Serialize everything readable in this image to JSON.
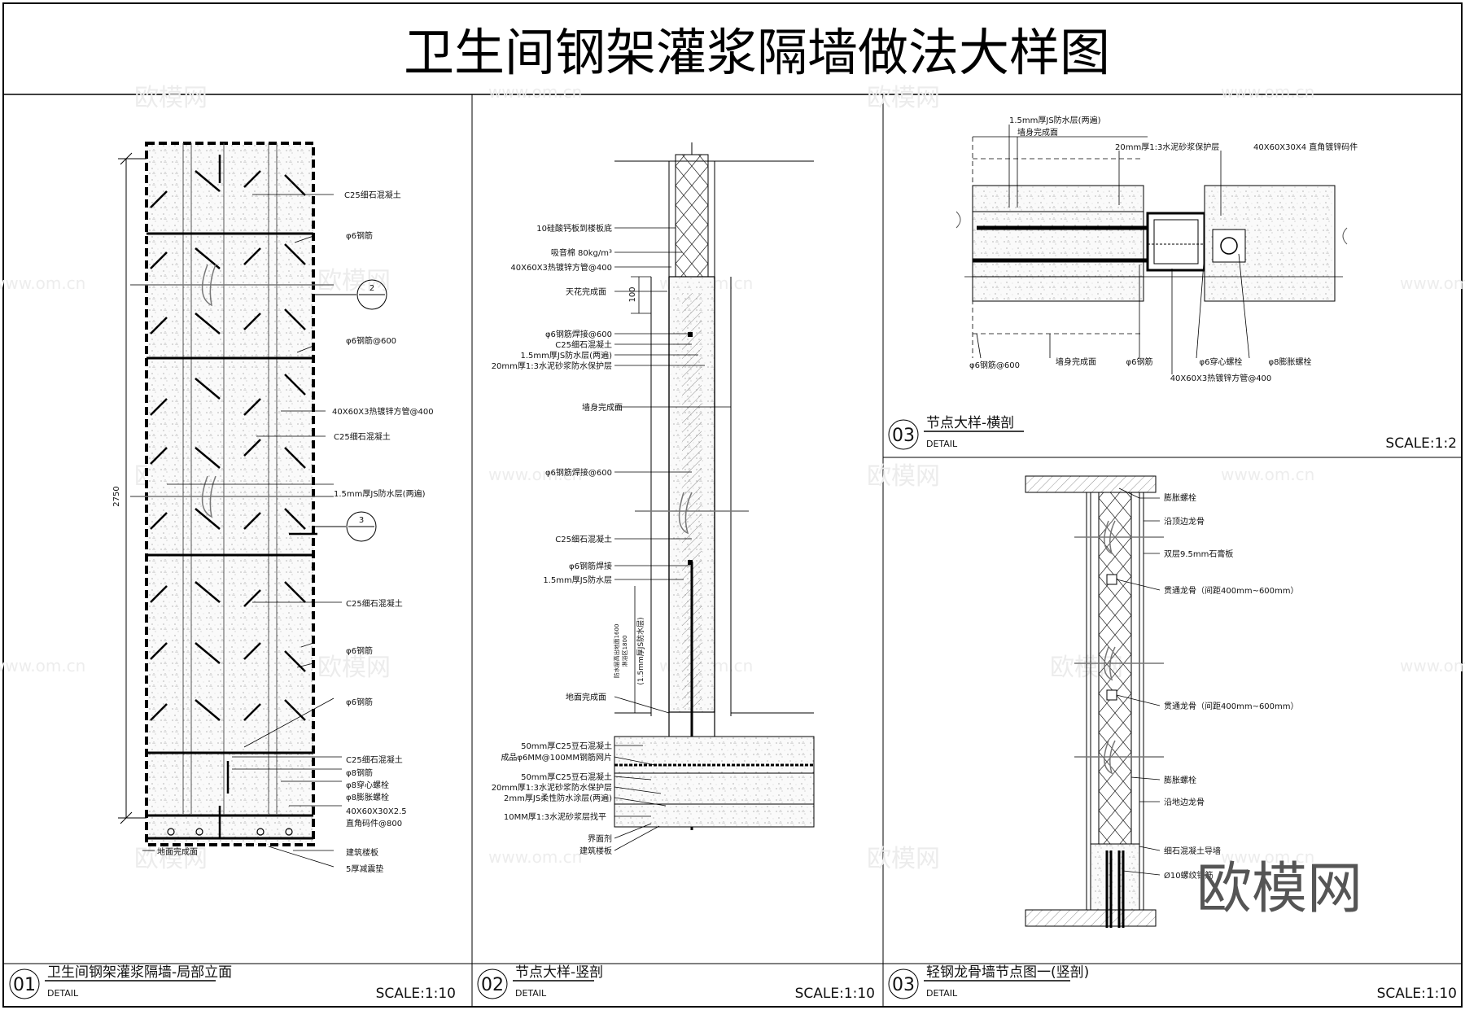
{
  "title": "卫生间钢架灌浆隔墙做法大样图",
  "watermark": {
    "cn": "欧模网",
    "en": "www.om.cn"
  },
  "brand": "欧模网",
  "panel1": {
    "dimension": "2750",
    "section_marks": [
      "2",
      "3"
    ],
    "labels": [
      "C25细石混凝土",
      "φ6钢筋",
      "φ6钢筋@600",
      "40X60X3热镀锌方管@400",
      "C25细石混凝土",
      "1.5mm厚JS防水层(两遍)",
      "C25细石混凝土",
      "φ6钢筋",
      "φ6钢筋",
      "C25细石混凝土",
      "φ8钢筋",
      "φ8穿心螺栓",
      "φ8膨胀螺栓",
      "40X60X30X2.5",
      "直角码件@800",
      "建筑楼板",
      "5厚减震垫",
      "地面完成面"
    ],
    "title_block": {
      "number": "01",
      "title": "卫生间钢架灌浆隔墙-局部立面",
      "sub": "DETAIL",
      "scale": "SCALE:1:10"
    }
  },
  "panel2": {
    "dimension": "100",
    "vertical_note_1": "防水层高出地面1600",
    "vertical_note_2": "淋浴区1800",
    "vertical_note_3": "(1.5mm厚JS防水层)",
    "labels_left": [
      "10硅酸钙板到楼板底",
      "吸音棉 80kg/m³",
      "40X60X3热镀锌方管@400",
      "天花完成面",
      "φ6钢筋焊接@600",
      "C25细石混凝土",
      "1.5mm厚JS防水层(两遍)",
      "20mm厚1:3水泥砂浆防水保护层",
      "墙身完成面",
      "φ6钢筋焊接@600",
      "C25细石混凝土",
      "φ6钢筋焊接",
      "1.5mm厚JS防水层",
      "地面完成面",
      "50mm厚C25豆石混凝土",
      "成品φ6MM@100MM钢筋网片",
      "50mm厚C25豆石混凝土",
      "20mm厚1:3水泥砂浆防水保护层",
      "2mm厚JS柔性防水涂层(两遍)",
      "10MM厚1:3水泥砂浆层找平",
      "界面剂",
      "建筑楼板"
    ],
    "title_block": {
      "number": "02",
      "title": "节点大样-竖剖",
      "sub": "DETAIL",
      "scale": "SCALE:1:10"
    }
  },
  "panel3": {
    "labels_top": [
      "1.5mm厚JS防水层(两遍)",
      "墙身完成面",
      "20mm厚1:3水泥砂浆保护层",
      "40X60X30X4 直角镀锌码件"
    ],
    "labels_bottom": [
      "φ6钢筋@600",
      "墙身完成面",
      "φ6钢筋",
      "φ6穿心螺栓",
      "φ8膨胀螺栓",
      "40X60X3热镀锌方管@400"
    ],
    "title_block": {
      "number": "03",
      "title": "节点大样-横剖",
      "sub": "DETAIL",
      "scale": "SCALE:1:2"
    }
  },
  "panel4": {
    "labels": [
      "膨胀螺栓",
      "沿顶边龙骨",
      "双层9.5mm石膏板",
      "贯通龙骨（间距400mm~600mm）",
      "贯通龙骨（间距400mm~600mm）",
      "膨胀螺栓",
      "沿地边龙骨",
      "细石混凝土导墙",
      "Ø10螺纹钢筋"
    ],
    "title_block": {
      "number": "03",
      "title": "轻钢龙骨墙节点图一(竖剖)",
      "sub": "DETAIL",
      "scale": "SCALE:1:10"
    }
  }
}
